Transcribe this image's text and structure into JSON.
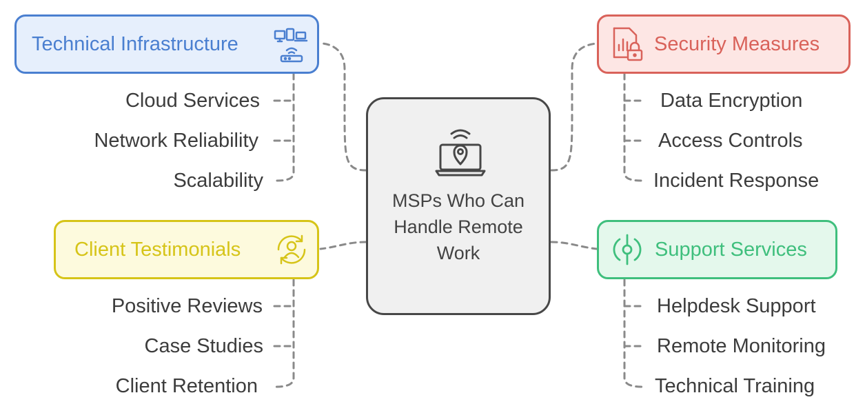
{
  "center": {
    "title": "MSPs Who Can Handle Remote Work",
    "icon": "laptop-location-signal-icon"
  },
  "categories": {
    "technical": {
      "title": "Technical Infrastructure",
      "icon": "network-devices-icon",
      "color": "#4a7fd0",
      "fill": "#e6effc",
      "items": [
        "Cloud Services",
        "Network Reliability",
        "Scalability"
      ]
    },
    "security": {
      "title": "Security Measures",
      "icon": "secure-data-lock-icon",
      "color": "#d9625a",
      "fill": "#fde6e4",
      "items": [
        "Data Encryption",
        "Access Controls",
        "Incident Response"
      ]
    },
    "testimonials": {
      "title": "Client Testimonials",
      "icon": "person-refresh-icon",
      "color": "#d6c418",
      "fill": "#fdfadd",
      "items": [
        "Positive Reviews",
        "Case Studies",
        "Client Retention"
      ]
    },
    "support": {
      "title": "Support Services",
      "icon": "power-support-icon",
      "color": "#3fbf7d",
      "fill": "#e4f8ec",
      "items": [
        "Helpdesk Support",
        "Remote Monitoring",
        "Technical Training"
      ]
    }
  }
}
